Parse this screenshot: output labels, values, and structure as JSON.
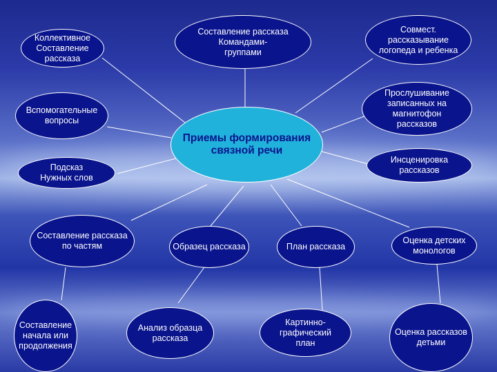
{
  "colors": {
    "node_fill": "#0a148c",
    "node_border": "#ffffff",
    "node_text": "#ffffff",
    "center_fill": "#21b2dc",
    "center_text": "#0a148c",
    "link": "#ffffff"
  },
  "center": {
    "label": "Приемы формирования\nсвязной речи"
  },
  "nodes": {
    "collective": "Коллективное\nСоставление\nрассказа",
    "group_story": "Составление рассказа\nКомандами-\nгруппами",
    "joint_story": "Совмест.\nрассказывание\nлогопеда и ребенка",
    "aux_questions": "Вспомогательные\nвопросы",
    "recordings": "Прослушивание\nзаписанных на\nмагнитофон\nрассказов",
    "word_hint": "Подсказ\nНужных слов",
    "dramatization": "Инсценировка\nрассказов",
    "by_parts": "Составление рассказа\nпо частям",
    "sample": "Образец рассказа",
    "plan": "План рассказа",
    "child_monologues": "Оценка детских\nмонологов",
    "beginning_end": "Составление\nначала или\nпродолжения",
    "sample_analysis": "Анализ образца\nрассказа",
    "picture_plan": "Картинно-\nграфический\nплан",
    "children_eval": "Оценка рассказов\nдетьми"
  }
}
